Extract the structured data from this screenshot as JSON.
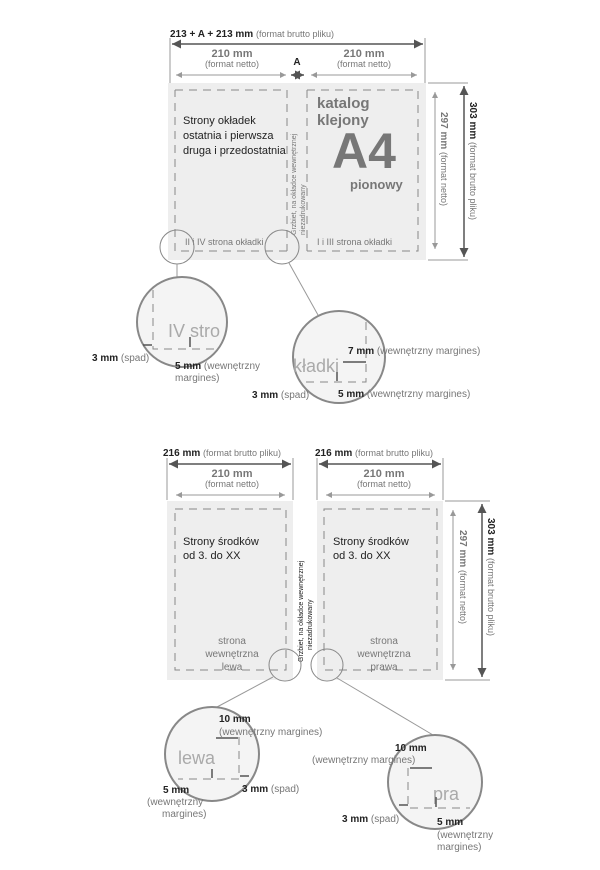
{
  "top": {
    "total_bold": "213 + A + 213 mm",
    "total_note": "(format brutto pliku)",
    "netto_left": "210 mm",
    "netto_right": "210 mm",
    "netto_note": "(format netto)",
    "spine_width": "A",
    "cover_text": [
      "Strony okładek",
      "ostatnia i pierwsza",
      "druga i przedostatnia"
    ],
    "spine_text": [
      "Grzbiet, na okładce wewnętrznej",
      "niezadrukowany"
    ],
    "title": [
      "katalog",
      "klejony"
    ],
    "format": "A4",
    "orientation": "pionowy",
    "back_label": "II i IV strona okładki",
    "front_label": "I i III strona okładki",
    "height_net": "297 mm",
    "height_net_note": "(format netto)",
    "height_gross": "303 mm",
    "height_gross_note": "(format brutto pliku)",
    "zoom_left_text": "IV stro",
    "zoom_right_text": "kładki",
    "bleed": "3 mm",
    "bleed_note": "(spad)",
    "margin5": "5 mm",
    "margin_note_a": "(wewnętrzny",
    "margin_note_b": "margines)",
    "margin_note_full": "(wewnętrzny margines)",
    "margin7": "7 mm"
  },
  "bottom": {
    "gross": "216 mm",
    "gross_note": "(format brutto pliku)",
    "netto": "210 mm",
    "netto_note": "(format netto)",
    "page_text": [
      "Strony środków",
      "od 3. do XX"
    ],
    "left_label": [
      "strona",
      "wewnętrzna",
      "lewa"
    ],
    "right_label": [
      "strona",
      "wewnętrzna",
      "prawa"
    ],
    "spine_text": [
      "Grzbiet, na okładce wewnętrznej",
      "niezadrukowany"
    ],
    "height_net": "297 mm",
    "height_net_note": "(format netto)",
    "height_gross": "303 mm",
    "height_gross_note": "(format brutto pliku)",
    "margin10": "10 mm",
    "margin5": "5 mm",
    "bleed": "3 mm",
    "bleed_note": "(spad)",
    "margin_note_full": "(wewnętrzny margines)",
    "margin_note_a": "(wewnętrzny",
    "margin_note_b": "margines)",
    "zoom_left_text": "lewa",
    "zoom_right_text": "pra"
  }
}
